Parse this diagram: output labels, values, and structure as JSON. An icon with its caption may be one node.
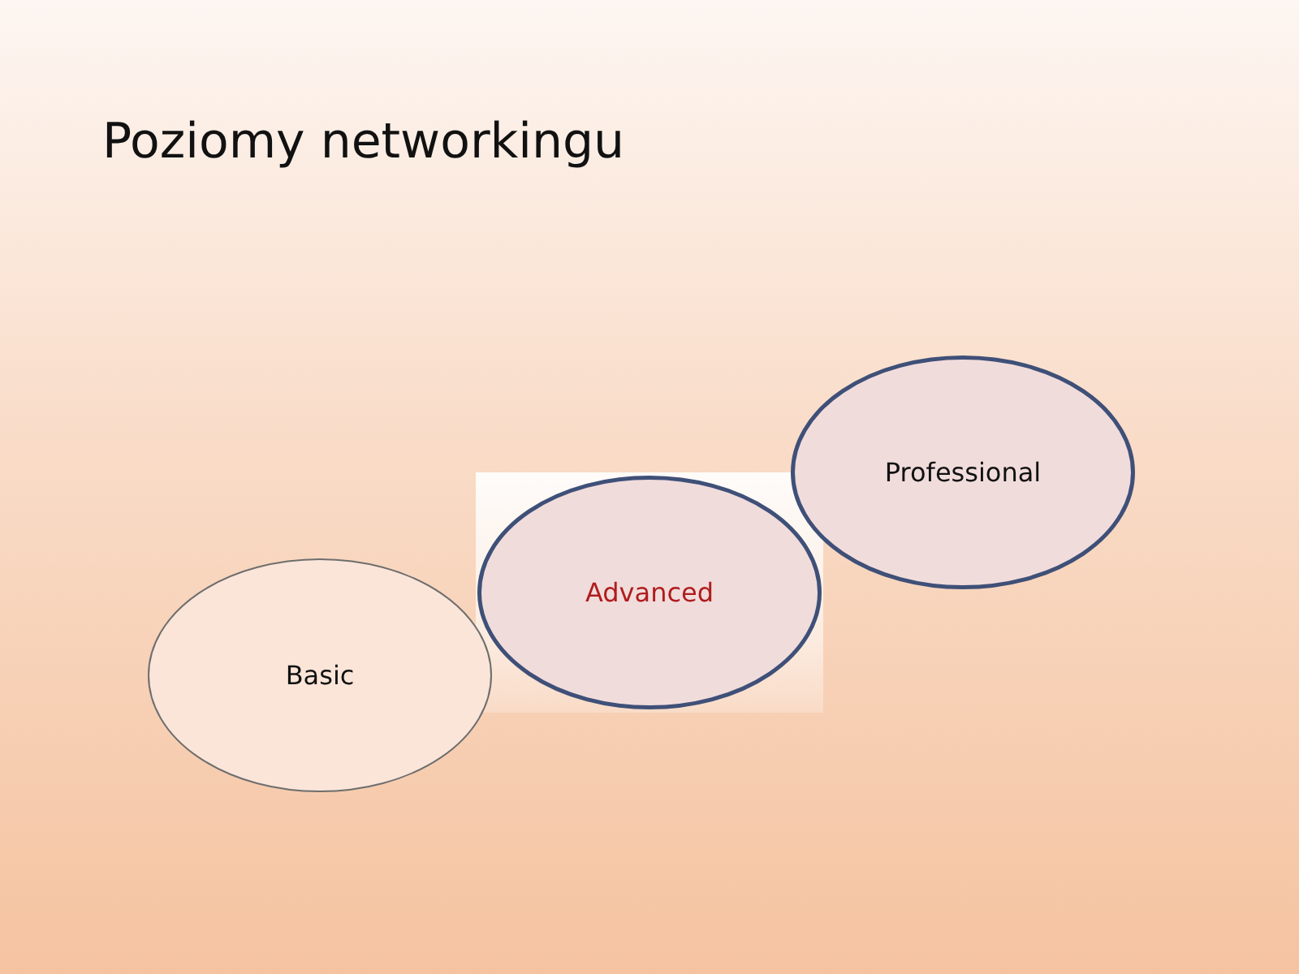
{
  "diagram": {
    "title": "Poziomy networkingu",
    "nodes": [
      {
        "text": [
          "Basic"
        ]
      },
      {
        "text": [
          "Advanced"
        ]
      },
      {
        "text": [
          "Professional"
        ]
      }
    ]
  }
}
